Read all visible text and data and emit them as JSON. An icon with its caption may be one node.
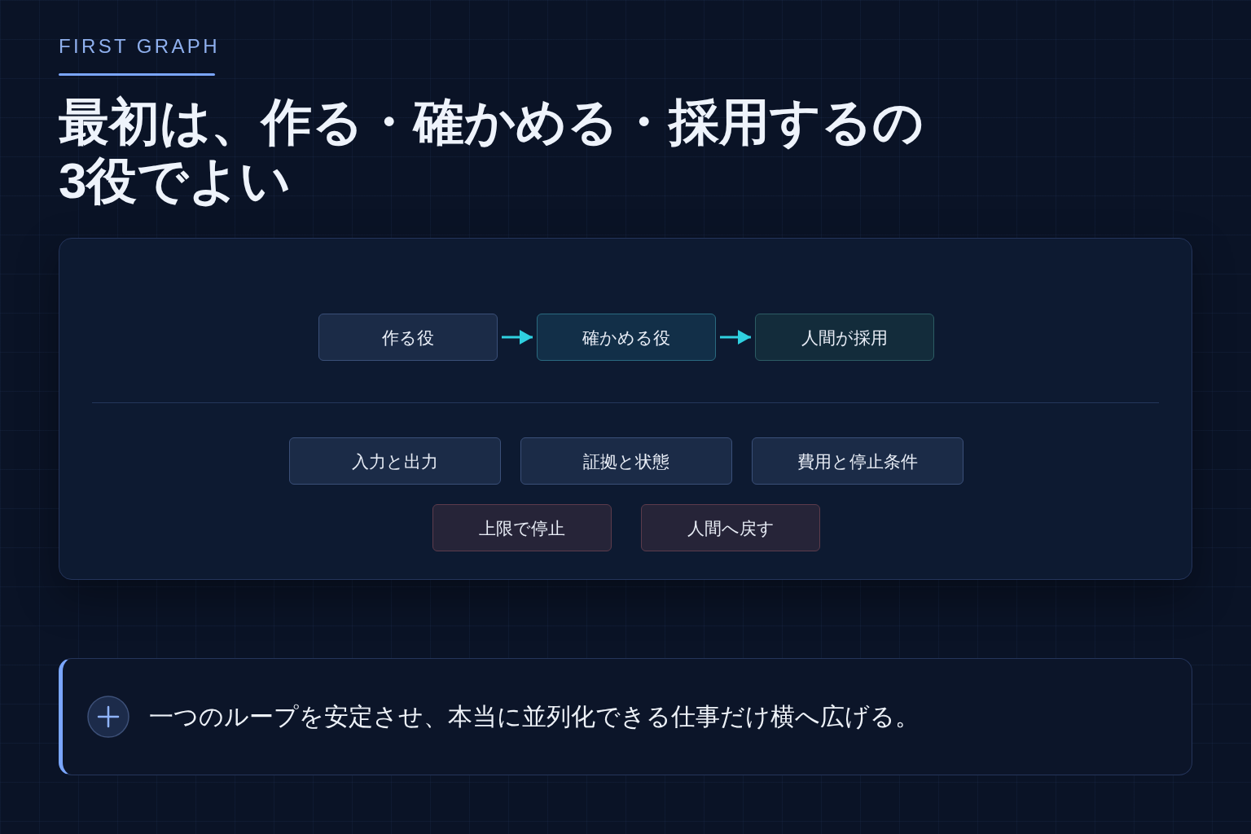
{
  "diagram": {
    "title": "最初は、作る・確かめる・採用するの3役でよい",
    "nodes": [
      {
        "text": [],
        "shape": "box"
      },
      {
        "text": [
          "作る役"
        ],
        "in": 0
      },
      {
        "text": [
          "確かめる役"
        ],
        "in": 0
      },
      {
        "text": [
          "人間が採用"
        ],
        "in": 0
      },
      {
        "text": [
          "入力と出力"
        ],
        "in": 0
      },
      {
        "text": [
          "証拠と状態"
        ],
        "in": 0
      },
      {
        "text": [
          "費用と停止条件"
        ],
        "in": 0
      },
      {
        "text": [
          "上限で停止"
        ],
        "in": 0
      },
      {
        "text": [
          "人間へ戻す"
        ],
        "in": 0
      },
      {
        "text": [
          "一つのループを安定させ、本当に並列化できる仕事だけ横へ広げる。"
        ]
      }
    ],
    "edges": [
      {
        "from": 1,
        "to": 2,
        "arrow": "to"
      },
      {
        "from": 2,
        "to": 3,
        "arrow": "to"
      }
    ],
    "labels": [
      "FIRST GRAPH"
    ]
  }
}
